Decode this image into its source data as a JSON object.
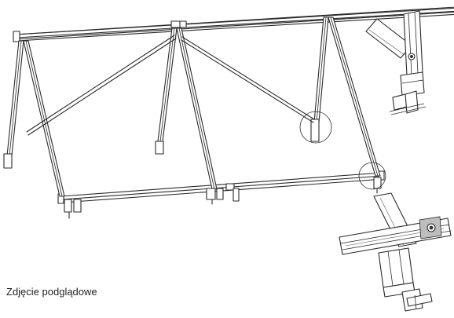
{
  "caption": "Zdjęcie podglądowe",
  "colors": {
    "line": "#2a2a2a",
    "background": "#ffffff",
    "detail_fill": "#bdbdbd"
  },
  "illustration": {
    "subject": "ground-mount solar panel frame",
    "details": [
      "rail-to-leg-clamp-detail",
      "rail-end-clamp-detail"
    ]
  }
}
